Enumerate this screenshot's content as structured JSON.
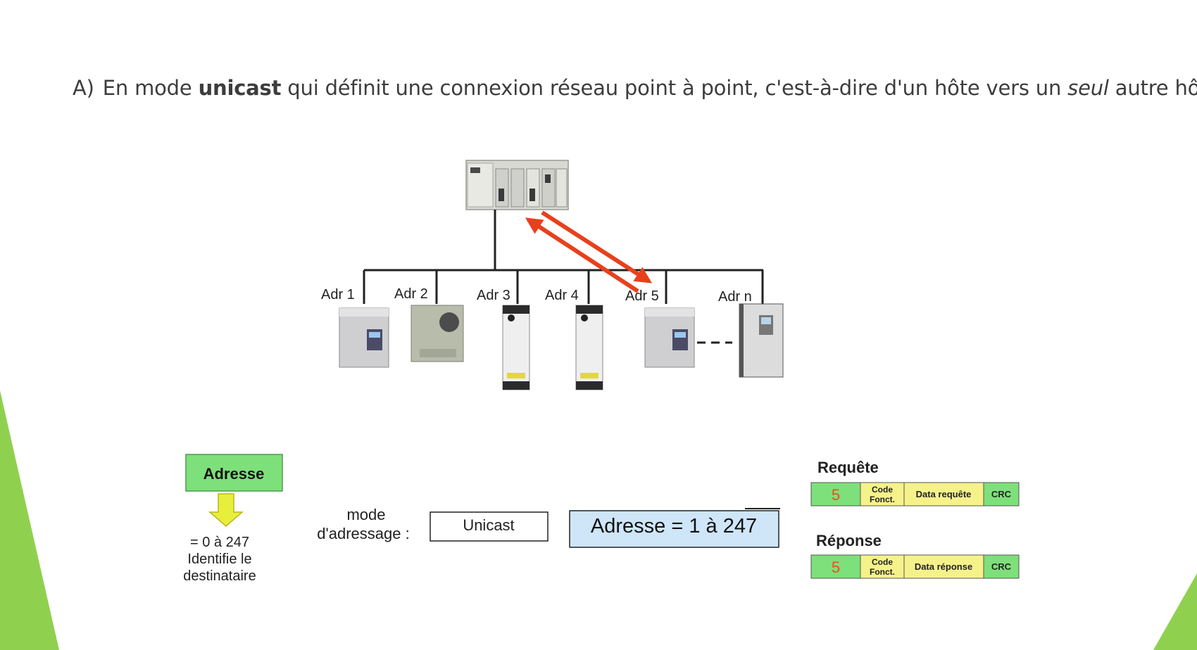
{
  "title": {
    "prefix": "A)",
    "part1": "En mode ",
    "bold": "unicast",
    "part2": " qui définit une connexion réseau point à point, c'est-à-dire d'un hôte vers un ",
    "italic": "seul",
    "part3": " autre hôte"
  },
  "network": {
    "nodes": [
      "Adr 1",
      "Adr 2",
      "Adr 3",
      "Adr 4",
      "Adr 5",
      "Adr n"
    ]
  },
  "addressing": {
    "field_label": "Adresse",
    "range_text": "= 0 à 247",
    "identifies_line1": "Identifie le",
    "identifies_line2": "destinataire",
    "mode_line1": "mode",
    "mode_line2": "d'adressage :",
    "mode_value": "Unicast",
    "address_value": "Adresse = 1 à 247"
  },
  "frames": {
    "request": {
      "title": "Requête",
      "address": "5",
      "code_line1": "Code",
      "code_line2": "Fonct.",
      "data": "Data requête",
      "crc": "CRC"
    },
    "response": {
      "title": "Réponse",
      "address": "5",
      "code_line1": "Code",
      "code_line2": "Fonct.",
      "data": "Data réponse",
      "crc": "CRC"
    }
  },
  "colors": {
    "address_green": "#7ee07a",
    "arrow_red": "#e8401c",
    "yellow_cell": "#f6f28a",
    "blue_box": "#cfe6f8",
    "deco_green": "#8fd14f"
  }
}
